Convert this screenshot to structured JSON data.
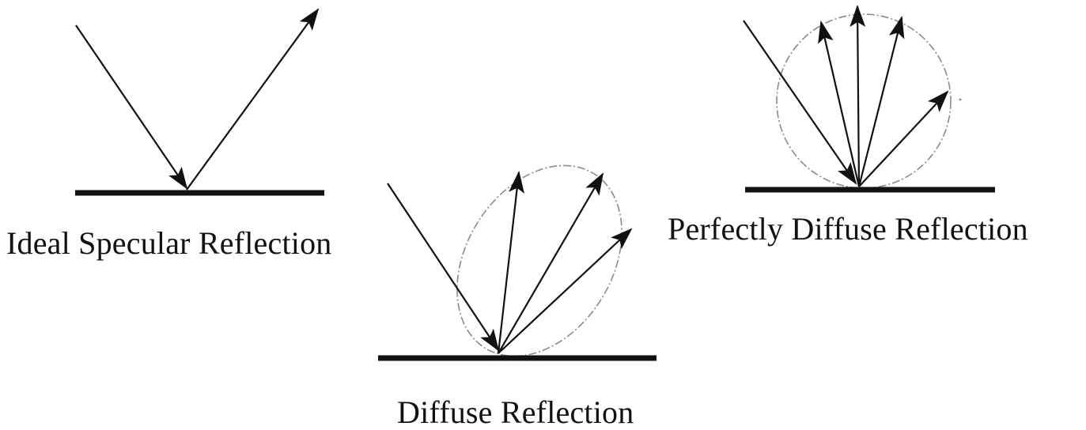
{
  "labels": {
    "specular": "Ideal Specular Reflection",
    "diffuse": "Diffuse Reflection",
    "perfect": "Perfectly Diffuse Reflection"
  },
  "colors": {
    "ink": "#111111",
    "lobe": "#8a8a8a"
  }
}
